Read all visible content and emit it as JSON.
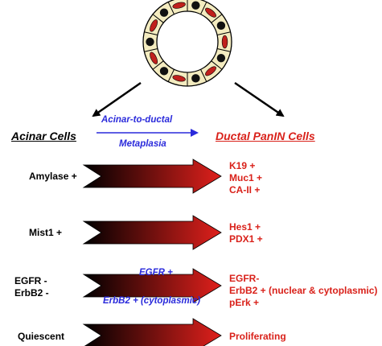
{
  "headers": {
    "acinar": "Acinar Cells",
    "ductal": "Ductal PanIN Cells",
    "transition_line1": "Acinar-to-ductal",
    "transition_line2": "Metaplasia"
  },
  "rows": [
    {
      "left": [
        "Amylase  +"
      ],
      "middle": [],
      "right": [
        "K19 +",
        "Muc1 +",
        "CA-II +"
      ]
    },
    {
      "left": [
        "Mist1 +"
      ],
      "middle": [],
      "right": [
        "Hes1 +",
        "PDX1 +"
      ]
    },
    {
      "left": [
        "EGFR -",
        "ErbB2 -"
      ],
      "middle": [
        "EGFR +",
        "ErbB2 + (cytoplasmic)"
      ],
      "right": [
        "EGFR-",
        "ErbB2 + (nuclear & cytoplasmic)",
        "pErk +"
      ]
    },
    {
      "left": [
        "Quiescent"
      ],
      "middle": [],
      "right": [
        "Proliferating"
      ]
    }
  ],
  "colors": {
    "text_red": "#d9211a",
    "text_blue": "#2a2adb",
    "cell_fill": "#f4ecc0",
    "nucleus_red": "#c0201c",
    "nucleus_black": "#111111",
    "arrow_start": "#000000",
    "arrow_end": "#e0201c"
  }
}
